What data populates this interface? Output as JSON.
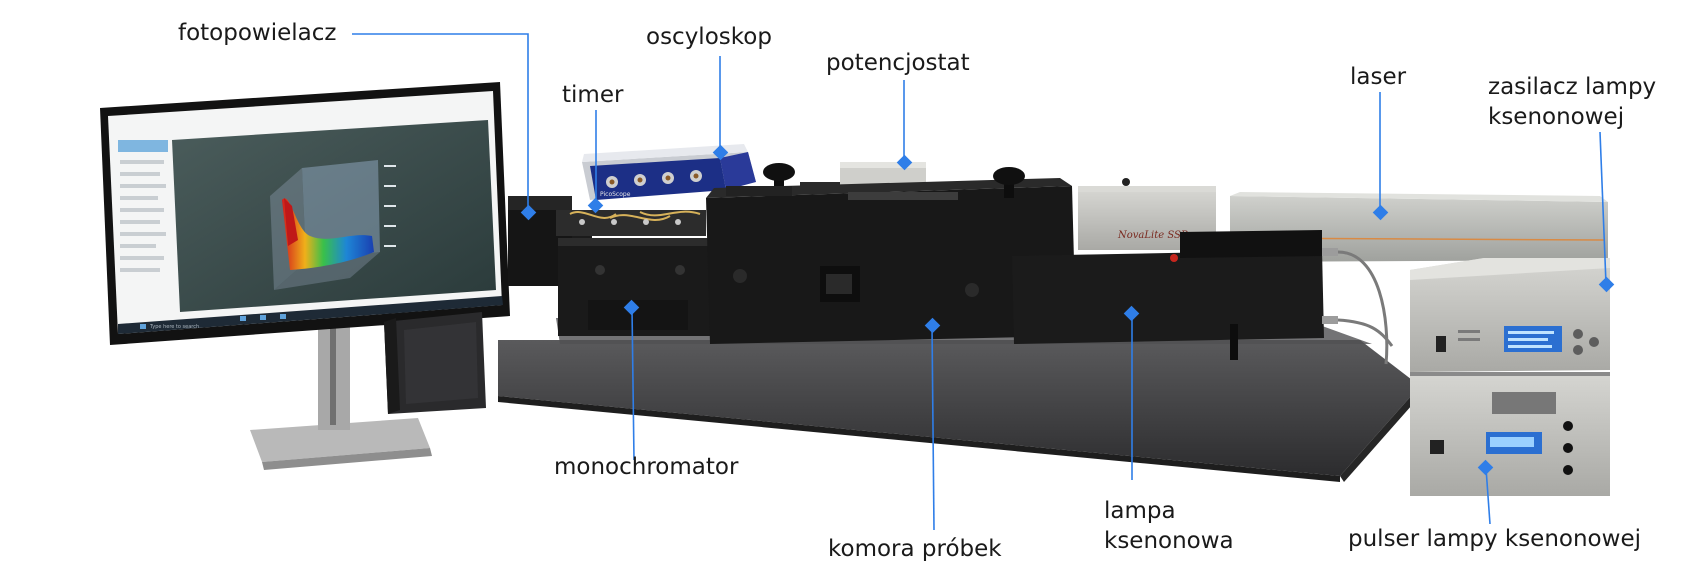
{
  "figure": {
    "labels": {
      "fotopowielacz": "fotopowielacz",
      "oscyloskop": "oscyloskop",
      "timer": "timer",
      "potencjostat": "potencjostat",
      "laser": "laser",
      "zasilacz_line1": "zasilacz lampy",
      "zasilacz_line2": "ksenonowej",
      "monochromator": "monochromator",
      "komora": "komora próbek",
      "lampa_line1": "lampa",
      "lampa_line2": "ksenonowa",
      "pulser": "pulser lampy ksenonowej"
    },
    "device_text": {
      "laser_brand": "NovaLite SSP",
      "oscilloscope_brand": "PicoScope",
      "taskbar_search": "Type here to search"
    },
    "colors": {
      "marker": "#2f7ee8",
      "leader": "#2f7ee8",
      "housing_dark": "#1c1c1c",
      "table": "#3d3d3f",
      "panel_silver": "#bdbdb9"
    }
  }
}
